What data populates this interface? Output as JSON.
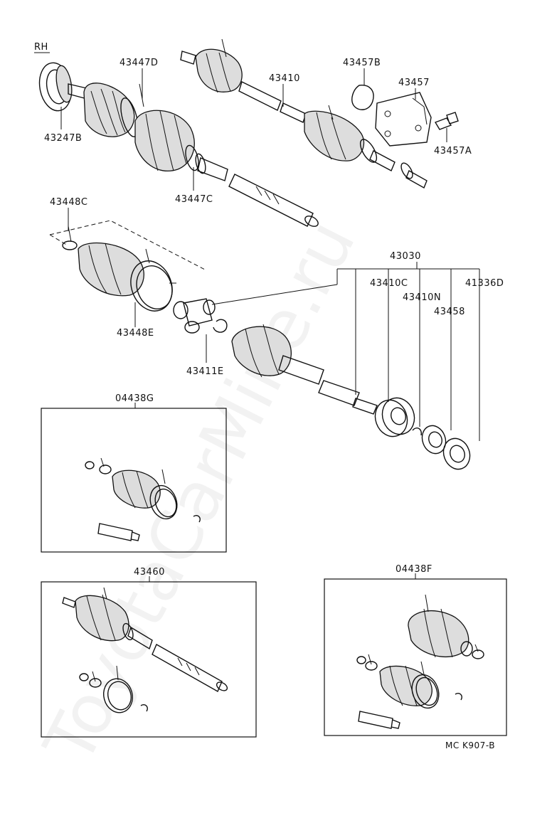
{
  "diagram": {
    "side_label": "RH",
    "ref_code": "MC K907-B",
    "watermark": "ToyotaCarMine.ru",
    "labels": {
      "p43447D": "43447D",
      "p43410": "43410",
      "p43457B": "43457B",
      "p43457": "43457",
      "p43457A": "43457A",
      "p43247B": "43247B",
      "p43447C": "43447C",
      "p43448C": "43448C",
      "p43448E": "43448E",
      "p43030": "43030",
      "p43410C": "43410C",
      "p43410N": "43410N",
      "p41336D": "41336D",
      "p43458": "43458",
      "p43411E": "43411E",
      "p04438G": "04438G",
      "p43460": "43460",
      "p04438F": "04438F"
    }
  }
}
